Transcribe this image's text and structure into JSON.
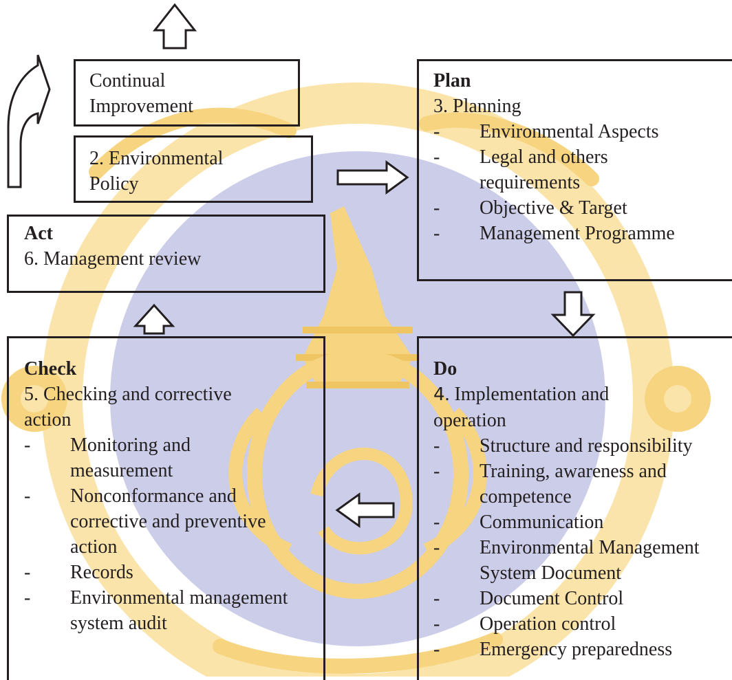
{
  "continual": {
    "lines": [
      "Continual",
      "Improvement"
    ]
  },
  "policy": {
    "lines": [
      "2. Environmental",
      "Policy"
    ]
  },
  "act": {
    "heading": "Act",
    "line": "6. Management review"
  },
  "plan": {
    "heading": "Plan",
    "line": "3. Planning",
    "items": [
      {
        "bullet": "-",
        "lines": [
          "Environmental Aspects"
        ]
      },
      {
        "bullet": "-",
        "lines": [
          "Legal and others",
          "requirements"
        ]
      },
      {
        "bullet": "-",
        "lines": [
          "Objective & Target"
        ]
      },
      {
        "bullet": "-",
        "lines": [
          "Management Programme"
        ]
      }
    ]
  },
  "check": {
    "heading": "Check",
    "lines": [
      "5. Checking and corrective",
      "action"
    ],
    "items": [
      {
        "bullet": "-",
        "lines": [
          "Monitoring and",
          "measurement"
        ]
      },
      {
        "bullet": "-",
        "lines": [
          "Nonconformance and",
          "corrective and preventive",
          "action"
        ]
      },
      {
        "bullet": "-",
        "lines": [
          "Records"
        ]
      },
      {
        "bullet": "-",
        "lines": [
          "Environmental management",
          "system audit"
        ]
      }
    ]
  },
  "do": {
    "heading": "Do",
    "number": "4",
    "lines": [
      ". Implementation and",
      "operation"
    ],
    "items": [
      {
        "bullet": "-",
        "lines": [
          "Structure and responsibility"
        ]
      },
      {
        "bullet": "-",
        "lines": [
          "Training, awareness and",
          "competence"
        ]
      },
      {
        "bullet": "-",
        "lines": [
          "Communication"
        ]
      },
      {
        "bullet": "-",
        "lines": [
          "Environmental Management",
          "System Document"
        ]
      },
      {
        "bullet": "-",
        "lines": [
          "Document Control"
        ]
      },
      {
        "bullet": "-",
        "lines": [
          "Operation control"
        ]
      },
      {
        "bullet": "-",
        "lines": [
          "Emergency preparedness"
        ]
      }
    ]
  },
  "colors": {
    "line": "#231f20",
    "watermark_blue": "#c9cbe8",
    "watermark_gold": "#f6d27a"
  }
}
